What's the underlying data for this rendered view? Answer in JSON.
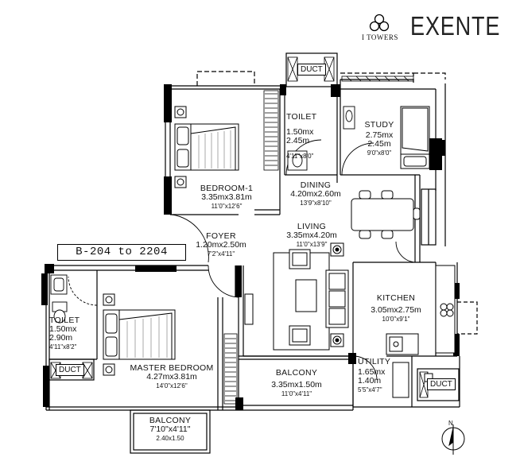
{
  "brand": {
    "company": "I TOWERS",
    "project": "EXENTE"
  },
  "unit": "B-204 to 2204",
  "compass": {
    "label": "N"
  },
  "rooms": {
    "bedroom1": {
      "name": "BEDROOM-1",
      "metric": "3.35mx3.81m",
      "imperial": "11'0\"x12'6\""
    },
    "toilet1": {
      "name": "TOILET",
      "metric_a": "1.50mx",
      "metric_b": "2.45m",
      "imperial": "4'11\"x8'0\""
    },
    "study": {
      "name": "STUDY",
      "metric_a": "2.75mx",
      "metric_b": "2.45m",
      "imperial": "9'0\"x8'0\""
    },
    "dining": {
      "name": "DINING",
      "metric": "4.20mx2.60m",
      "imperial": "13'9\"x8'10\""
    },
    "foyer": {
      "name": "FOYER",
      "metric": "1.20mx2.50m",
      "imperial": "7'2\"x4'11\""
    },
    "living": {
      "name": "LIVING",
      "metric": "3.35mx4.20m",
      "imperial": "11'0\"x13'9\""
    },
    "kitchen": {
      "name": "KITCHEN",
      "metric": "3.05mx2.75m",
      "imperial": "10'0\"x9'1\""
    },
    "toilet2": {
      "name": "TOILET",
      "metric_a": "1.50mx",
      "metric_b": "2.90m",
      "imperial": "4'11\"x8'2\""
    },
    "master": {
      "name": "MASTER BEDROOM",
      "metric": "4.27mx3.81m",
      "imperial": "14'0\"x12'6\""
    },
    "balcony1": {
      "name": "BALCONY",
      "metric": "3.35mx1.50m",
      "imperial": "11'0\"x4'11\""
    },
    "utility": {
      "name": "UTILITY",
      "metric_a": "1.65mx",
      "metric_b": "1.40m",
      "imperial": "5'5\"x4'7\""
    },
    "balcony2": {
      "name": "BALCONY",
      "imperial": "7'10\"x4'11\"",
      "metric": "2.40x1.50"
    }
  },
  "ducts": {
    "top": "DUCT",
    "left": "DUCT",
    "right": "DUCT"
  }
}
